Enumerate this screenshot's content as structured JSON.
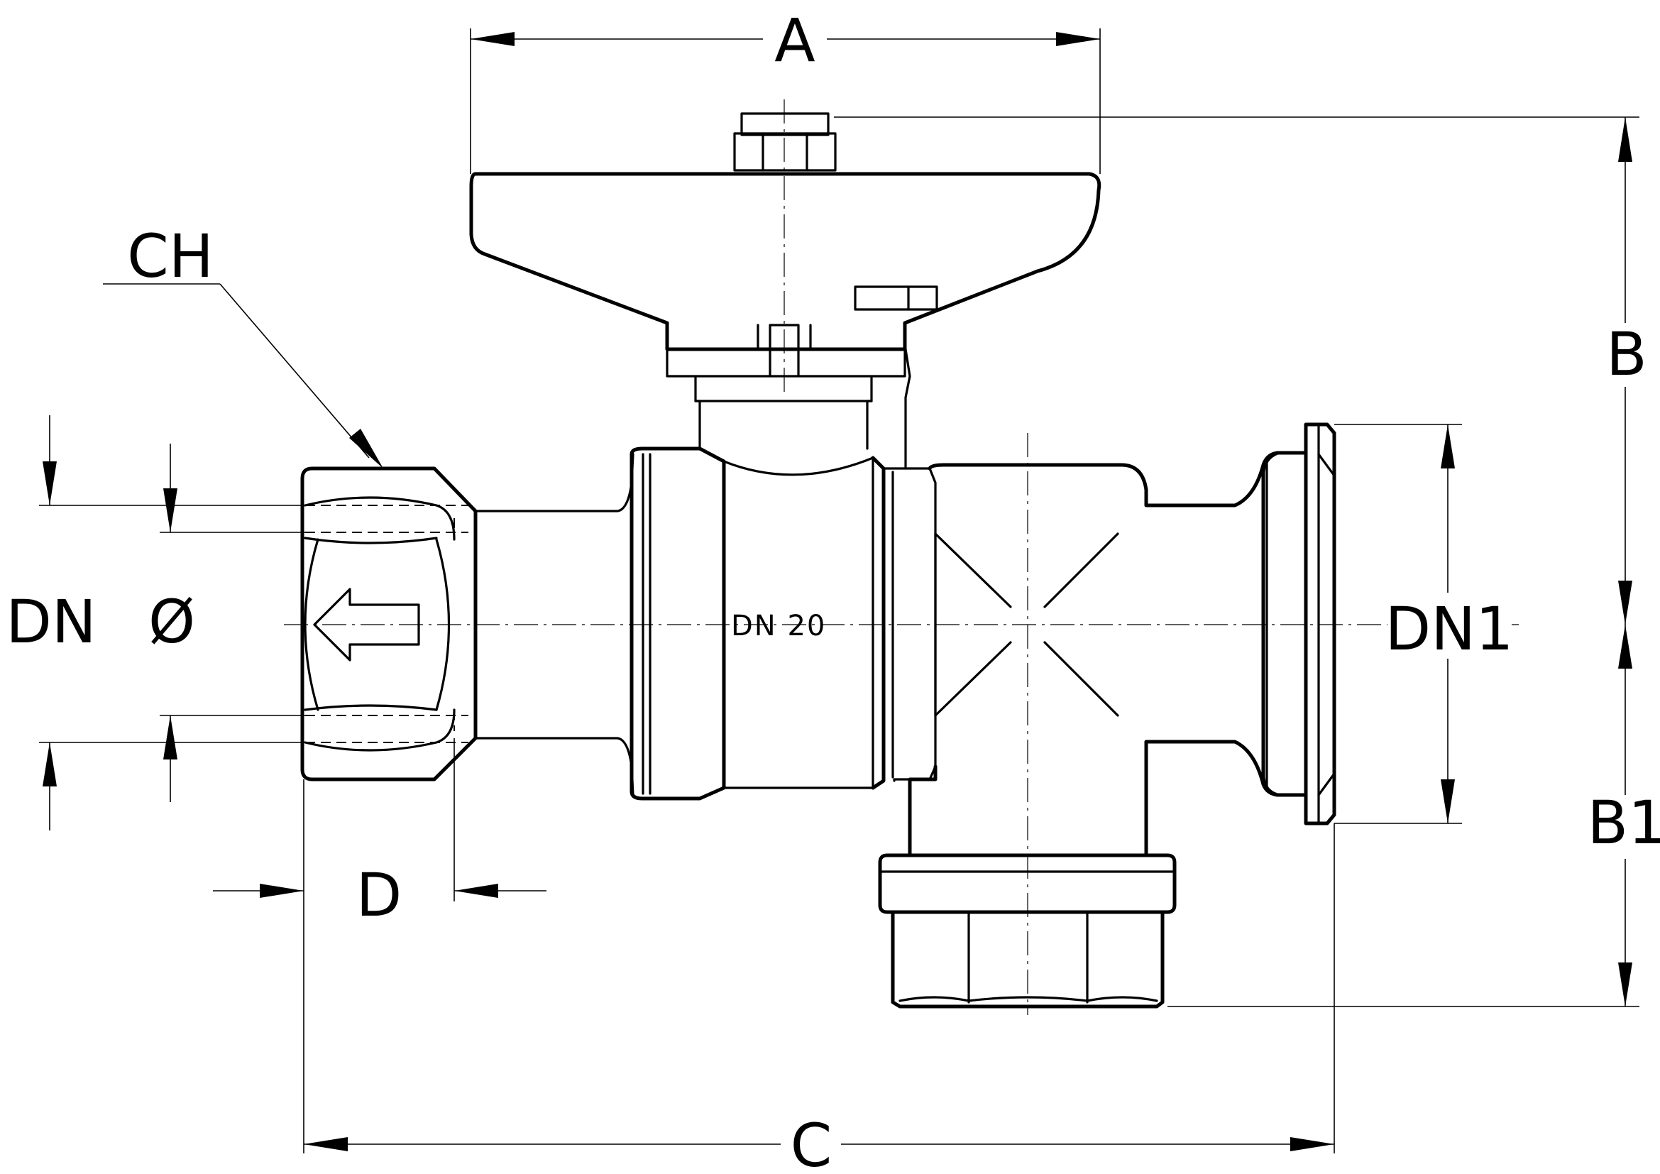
{
  "labels": {
    "A": "A",
    "B": "B",
    "B1": "B1",
    "C": "C",
    "CH": "CH",
    "D": "D",
    "DN": "DN",
    "diameter": "Ø",
    "DN1": "DN1",
    "body_marking": "DN  20"
  }
}
